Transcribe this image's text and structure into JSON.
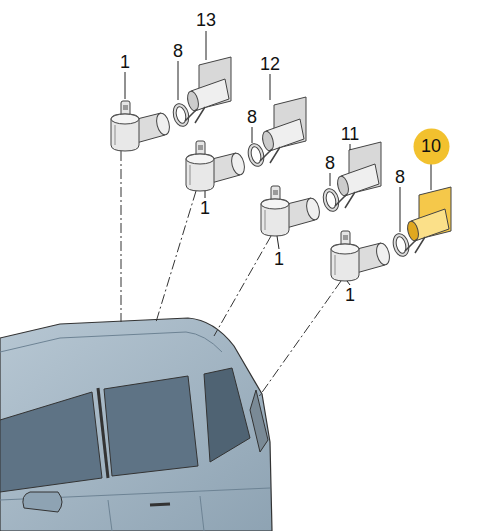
{
  "diagram": {
    "nodes": [
      {
        "text": [
          "10"
        ]
      }
    ],
    "labels": [
      "1",
      "8",
      "13",
      "12",
      "8",
      "1",
      "11",
      "8",
      "8",
      "1",
      "1"
    ]
  }
}
